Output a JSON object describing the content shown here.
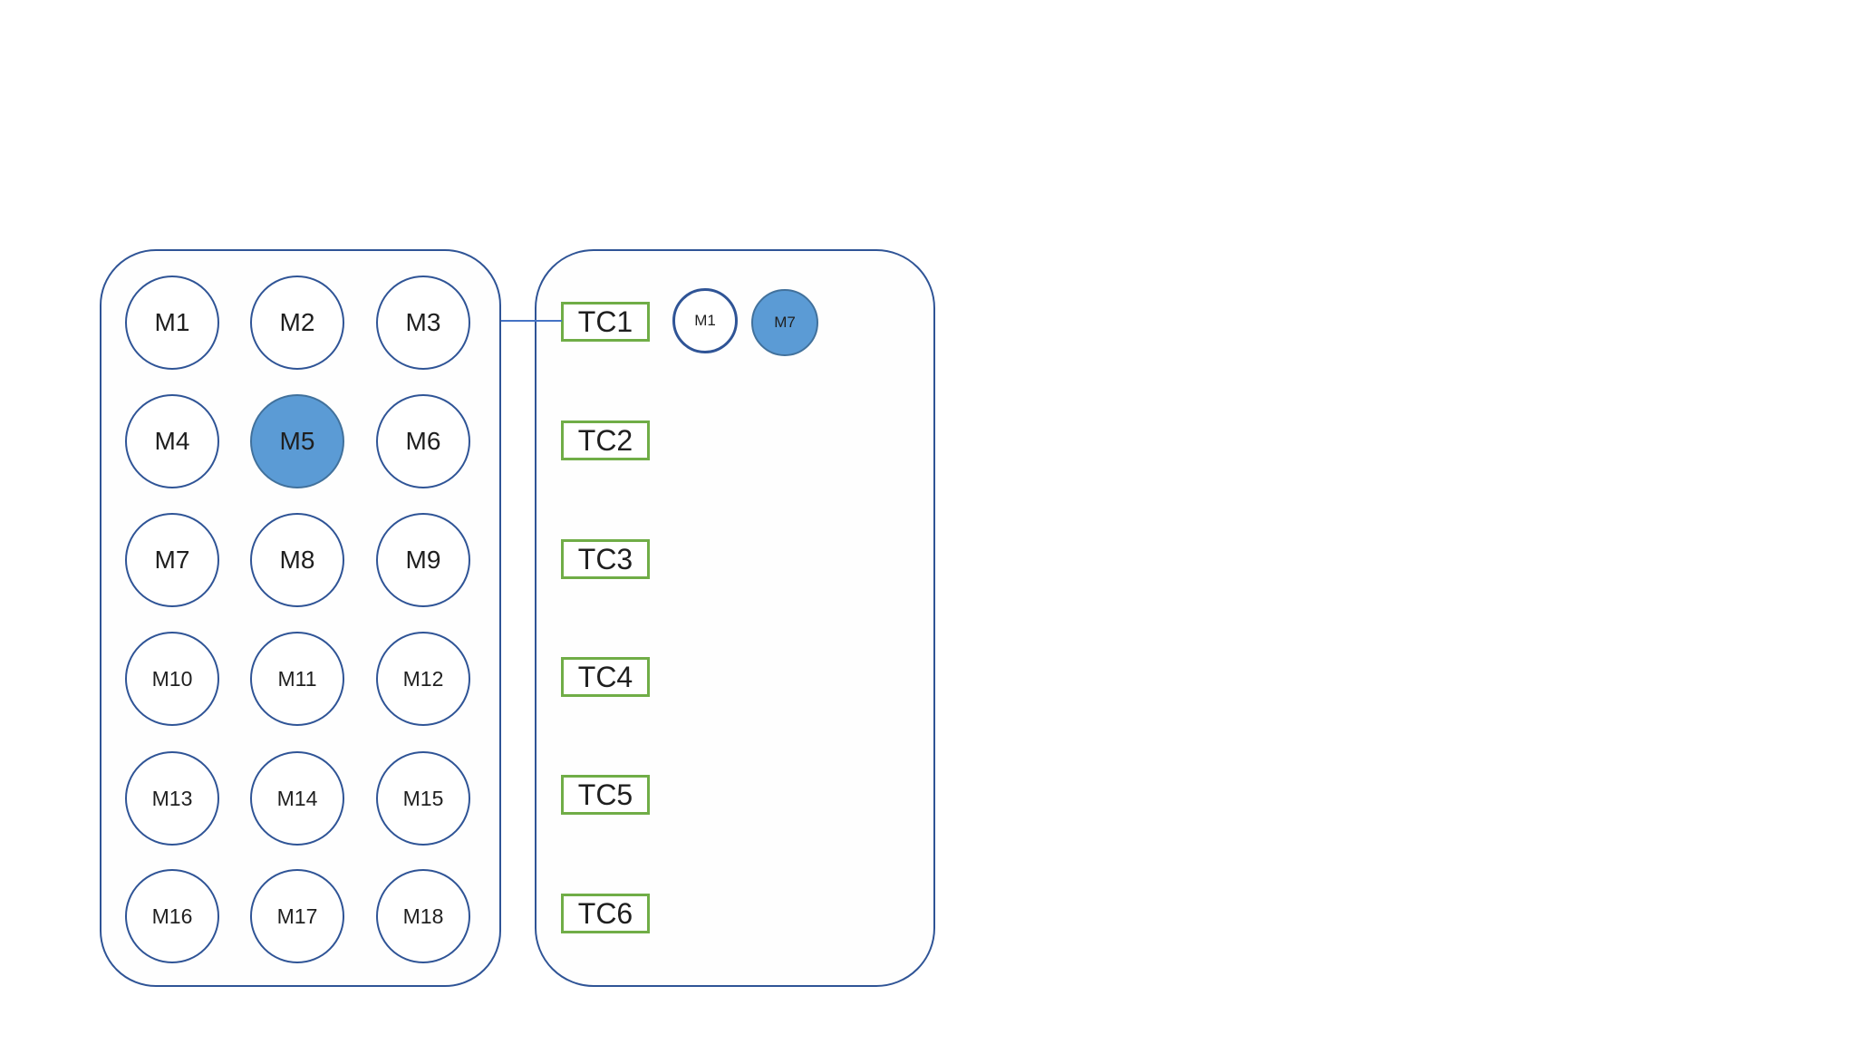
{
  "colors": {
    "background": "#ffffff",
    "shape_border_blue": "#2F5496",
    "connector_blue": "#4472C4",
    "fill_blue": "#5B9BD5",
    "fill_blue_border": "#41719C",
    "tc_border_green": "#70AD47",
    "text": "#1F1F1F"
  },
  "machine_pool": {
    "machines": [
      {
        "label": "M1",
        "highlighted": false
      },
      {
        "label": "M2",
        "highlighted": false
      },
      {
        "label": "M3",
        "highlighted": false
      },
      {
        "label": "M4",
        "highlighted": false
      },
      {
        "label": "M5",
        "highlighted": true
      },
      {
        "label": "M6",
        "highlighted": false
      },
      {
        "label": "M7",
        "highlighted": false
      },
      {
        "label": "M8",
        "highlighted": false
      },
      {
        "label": "M9",
        "highlighted": false
      },
      {
        "label": "M10",
        "highlighted": false
      },
      {
        "label": "M11",
        "highlighted": false
      },
      {
        "label": "M12",
        "highlighted": false
      },
      {
        "label": "M13",
        "highlighted": false
      },
      {
        "label": "M14",
        "highlighted": false
      },
      {
        "label": "M15",
        "highlighted": false
      },
      {
        "label": "M16",
        "highlighted": false
      },
      {
        "label": "M17",
        "highlighted": false
      },
      {
        "label": "M18",
        "highlighted": false
      }
    ]
  },
  "test_case_panel": {
    "test_cases": [
      {
        "label": "TC1"
      },
      {
        "label": "TC2"
      },
      {
        "label": "TC3"
      },
      {
        "label": "TC4"
      },
      {
        "label": "TC5"
      },
      {
        "label": "TC6"
      }
    ],
    "tc1_assigned_machines": [
      {
        "label": "M1",
        "highlighted": false
      },
      {
        "label": "M7",
        "highlighted": true
      }
    ]
  }
}
